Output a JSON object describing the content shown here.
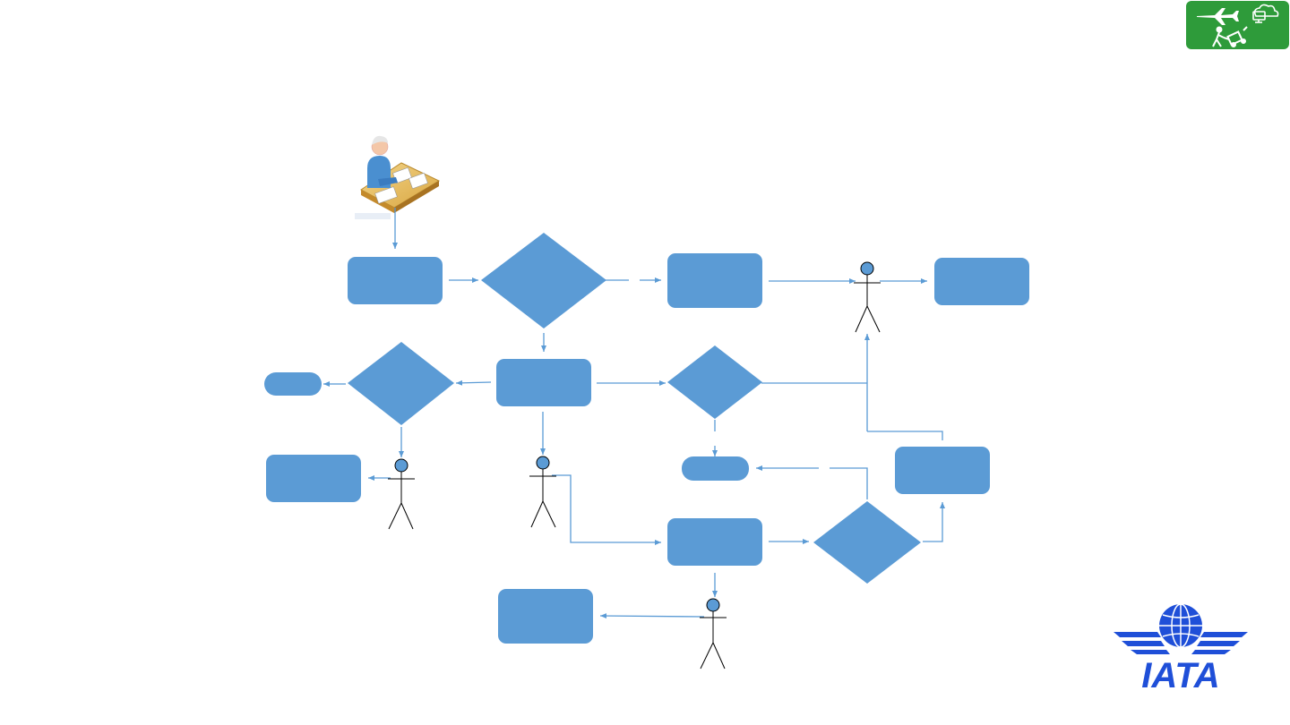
{
  "palette": {
    "shape_fill": "#5b9bd5",
    "connector": "#5b9bd5",
    "actor_head": "#5b9bd5",
    "badge_green": "#2e9b3a",
    "iata_blue": "#1f4fd8"
  },
  "badge": {
    "icons": [
      "airplane-icon",
      "cloud-monitor-icon",
      "traveler-luggage-icon"
    ]
  },
  "logo": {
    "text": "IATA"
  },
  "diagram": {
    "start_figure": "person-at-desk-icon",
    "shapes": [
      {
        "id": "p1",
        "kind": "process",
        "label": ""
      },
      {
        "id": "d1",
        "kind": "decision",
        "label": ""
      },
      {
        "id": "p2",
        "kind": "process",
        "label": ""
      },
      {
        "id": "p3",
        "kind": "process",
        "label": ""
      },
      {
        "id": "p4",
        "kind": "process",
        "label": ""
      },
      {
        "id": "d2",
        "kind": "decision",
        "label": ""
      },
      {
        "id": "d3",
        "kind": "decision",
        "label": ""
      },
      {
        "id": "t1",
        "kind": "terminator",
        "label": ""
      },
      {
        "id": "p5",
        "kind": "process",
        "label": ""
      },
      {
        "id": "t2",
        "kind": "terminator",
        "label": ""
      },
      {
        "id": "p6",
        "kind": "process",
        "label": ""
      },
      {
        "id": "p7",
        "kind": "process",
        "label": ""
      },
      {
        "id": "d4",
        "kind": "decision",
        "label": ""
      },
      {
        "id": "p8",
        "kind": "process",
        "label": ""
      }
    ],
    "actors": [
      "a1",
      "a2",
      "a3",
      "a4",
      "a5"
    ]
  }
}
